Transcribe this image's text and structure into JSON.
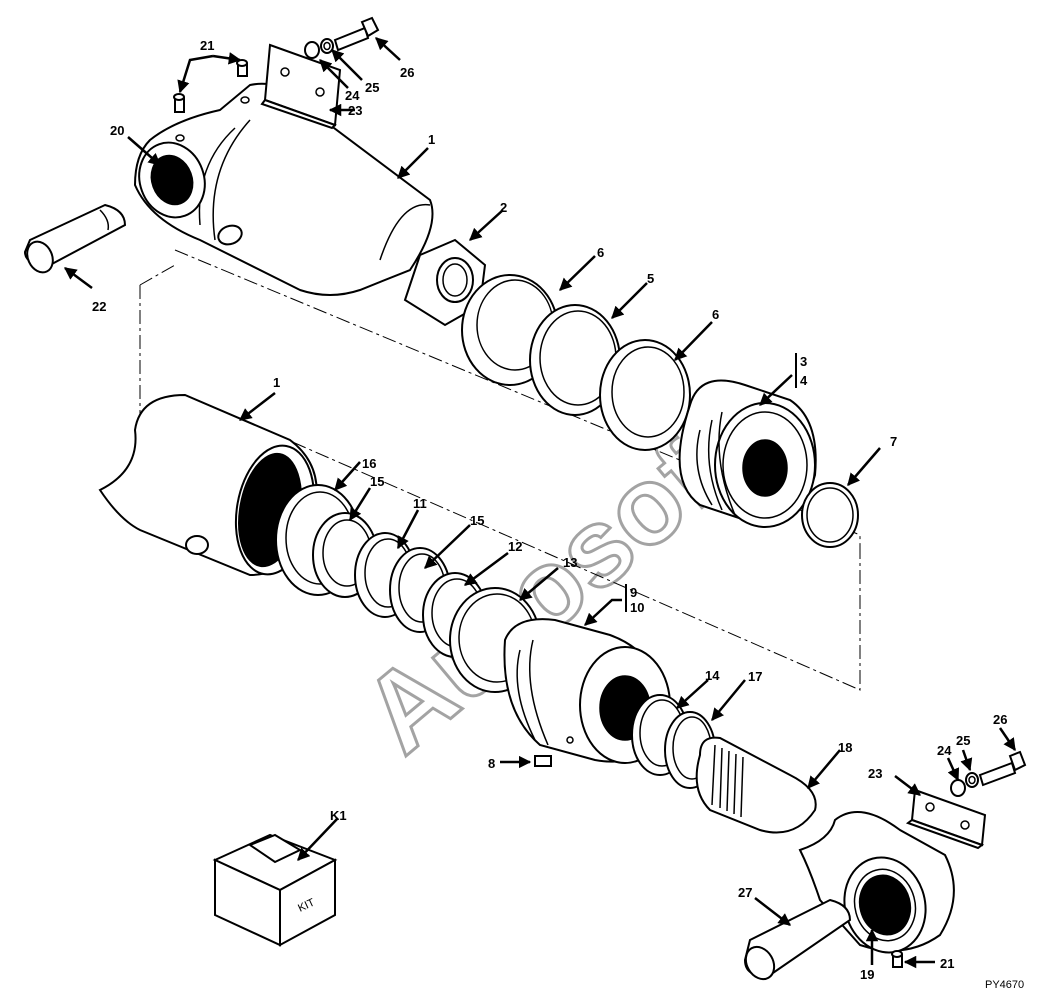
{
  "drawing_code": "PY4670",
  "watermark_text": "Autosoft",
  "kit_label": "KIT",
  "callouts": {
    "c1_top": "1",
    "c1_mid": "1",
    "c2": "2",
    "c3": "3",
    "c4": "4",
    "c5": "5",
    "c6a": "6",
    "c6b": "6",
    "c7": "7",
    "c8": "8",
    "c9": "9",
    "c10": "10",
    "c11": "11",
    "c12": "12",
    "c13": "13",
    "c14": "14",
    "c15a": "15",
    "c15b": "15",
    "c16": "16",
    "c17": "17",
    "c18": "18",
    "c19": "19",
    "c20": "20",
    "c21a": "21",
    "c21b": "21",
    "c22": "22",
    "c23a": "23",
    "c23b": "23",
    "c24a": "24",
    "c24b": "24",
    "c25a": "25",
    "c25b": "25",
    "c26a": "26",
    "c26b": "26",
    "c27": "27",
    "ck1": "K1"
  }
}
